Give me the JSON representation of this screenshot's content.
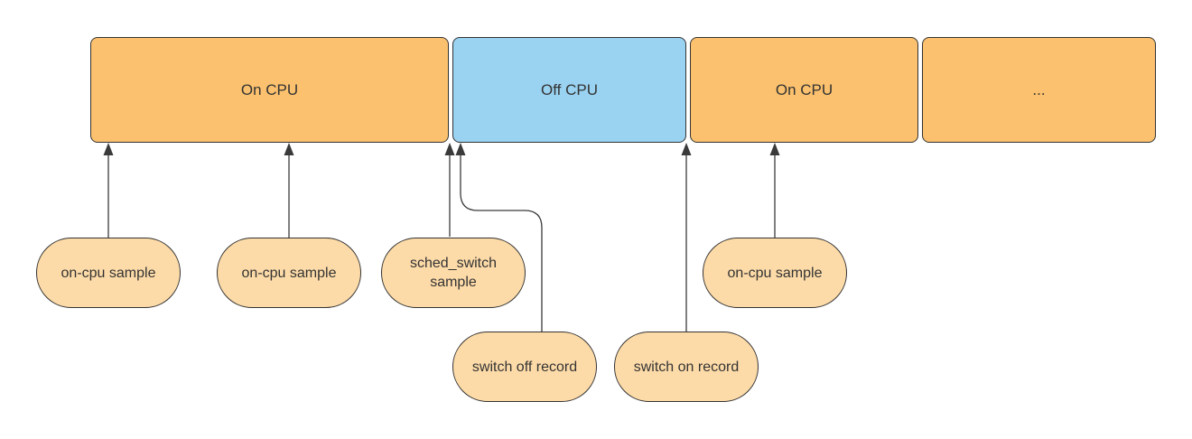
{
  "colors": {
    "on_cpu_fill": "#FBC16E",
    "off_cpu_fill": "#9AD2F1",
    "event_fill": "#FDDBA8",
    "border": "#333333",
    "arrow": "#3A3A3A",
    "text": "#333333",
    "background": "#FFFFFF"
  },
  "timeline": {
    "segments": [
      {
        "label": "On CPU",
        "state": "on"
      },
      {
        "label": "Off CPU",
        "state": "off"
      },
      {
        "label": "On CPU",
        "state": "on"
      },
      {
        "label": "...",
        "state": "on"
      }
    ]
  },
  "events": {
    "samples": [
      {
        "label": "on-cpu sample"
      },
      {
        "label": "on-cpu sample"
      },
      {
        "label": "sched_switch sample"
      },
      {
        "label": "on-cpu sample"
      }
    ],
    "records": [
      {
        "label": "switch off record"
      },
      {
        "label": "switch on record"
      }
    ]
  }
}
